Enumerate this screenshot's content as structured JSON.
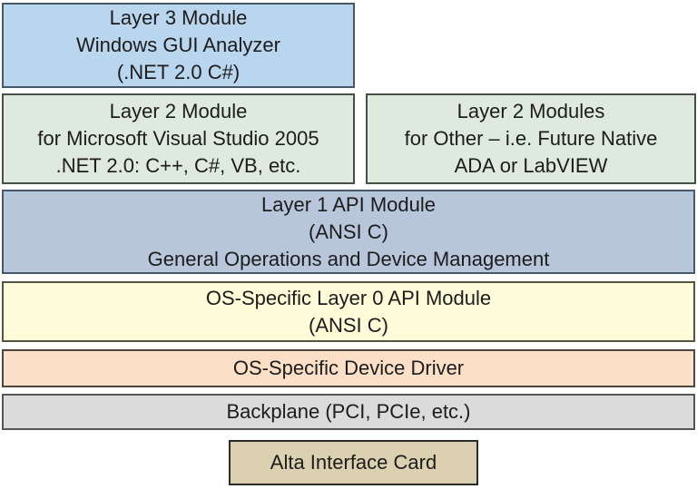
{
  "diagram": {
    "description": "Alta interface card layered software architecture stack",
    "colors": {
      "layer3_bg": "#BAD5EE",
      "layer2_bg": "#DEEADD",
      "layer1_bg": "#B8C6DB",
      "layer0_bg": "#FDFBD8",
      "driver_bg": "#FCDFC7",
      "backplane_bg": "#DBDBDB",
      "alta_bg": "#DBD0AF",
      "border": "#3F3F3F",
      "text": "#1C1C1C",
      "background": "#FFFFFF"
    }
  },
  "boxes": {
    "layer3": {
      "lines": [
        "Layer 3 Module",
        "Windows GUI Analyzer",
        "(.NET 2.0 C#)"
      ]
    },
    "layer2_vs": {
      "lines": [
        "Layer 2 Module",
        "for Microsoft Visual Studio 2005",
        ".NET 2.0: C++, C#, VB, etc."
      ]
    },
    "layer2_other": {
      "lines": [
        "Layer 2 Modules",
        "for Other – i.e. Future Native",
        "ADA or LabVIEW"
      ]
    },
    "layer1": {
      "lines": [
        "Layer 1 API Module",
        "(ANSI C)",
        "General Operations and Device Management"
      ]
    },
    "layer0": {
      "lines": [
        "OS-Specific Layer 0 API Module",
        "(ANSI C)"
      ]
    },
    "driver": {
      "lines": [
        "OS-Specific Device Driver"
      ]
    },
    "backplane": {
      "lines": [
        "Backplane (PCI, PCIe, etc.)"
      ]
    },
    "alta": {
      "lines": [
        "Alta Interface Card"
      ]
    }
  }
}
